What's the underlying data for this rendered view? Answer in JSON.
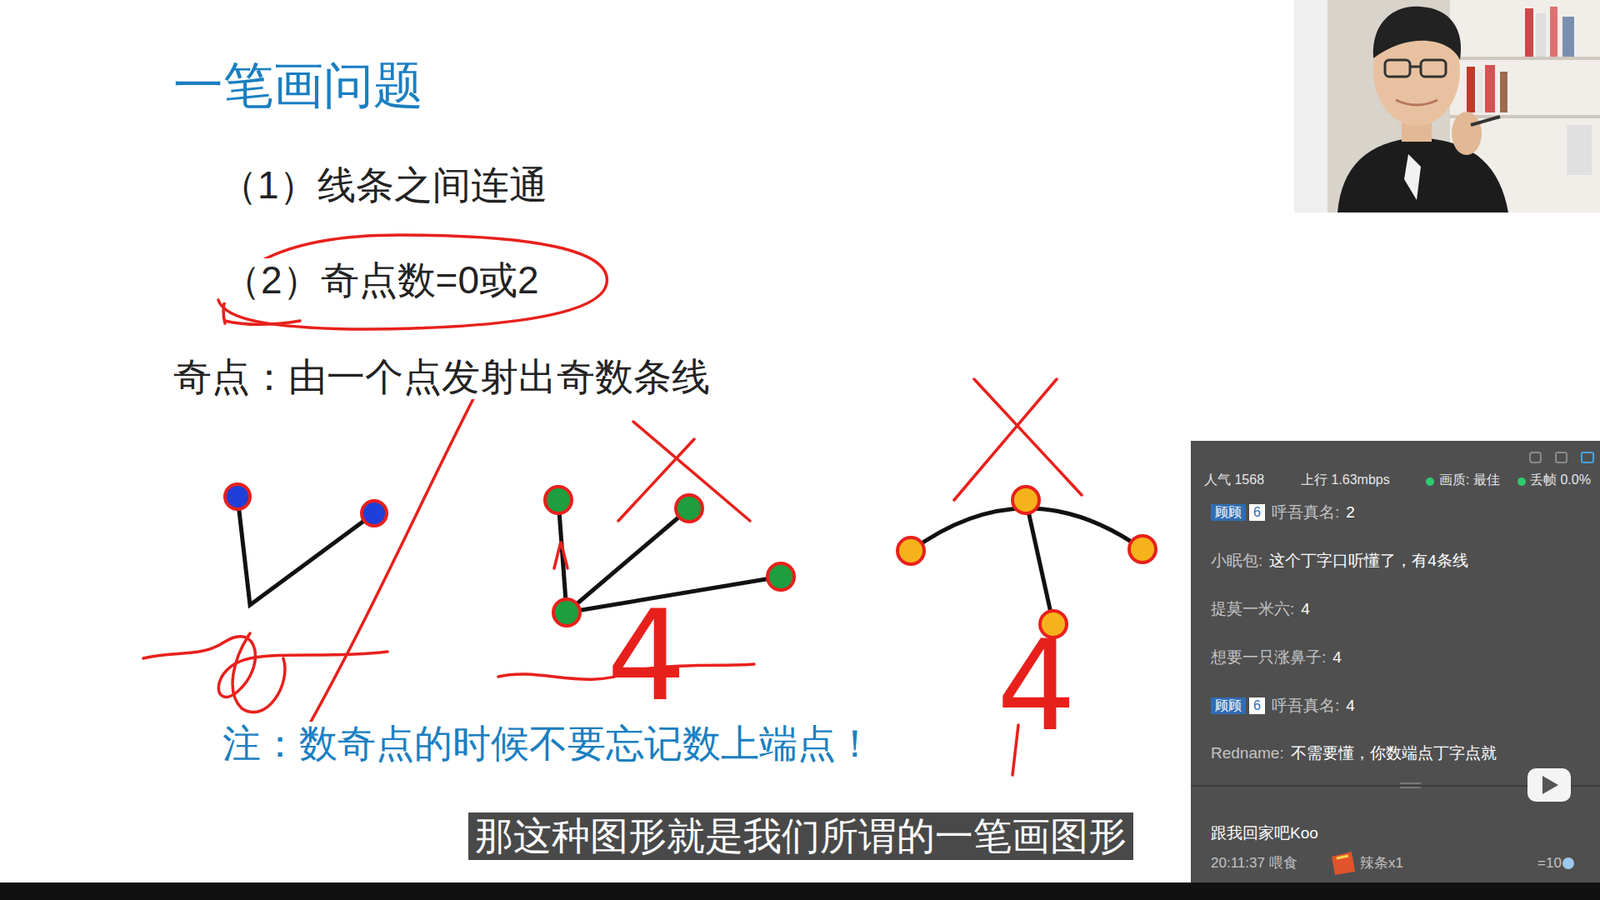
{
  "diagram": {
    "title": "一笔画问题",
    "caption": "那这种图形就是我们所谓的一笔画图形",
    "labels": [
      "（1）线条之间连通",
      "（2）奇点数=0或2",
      "奇点：由一个点发射出奇数条线",
      "注：数奇点的时候不要忘记数上端点！",
      "4",
      "4",
      "人气 1568",
      "上行 1.63mbps",
      "画质: 最佳",
      "丢帧 0.0%",
      "顾顾",
      "6",
      "呼吾真名:",
      "2",
      "小眠包:",
      "这个丁字口听懂了，有4条线",
      "提莫一米六:",
      "4",
      "想要一只涨鼻子:",
      "4",
      "顾顾",
      "6",
      "呼吾真名:",
      "4",
      "Redname:",
      "不需要懂，你数端点丁字点就",
      "跟我回家吧Koo",
      "20:11:37 喂食",
      "辣条x1",
      "=10"
    ]
  }
}
